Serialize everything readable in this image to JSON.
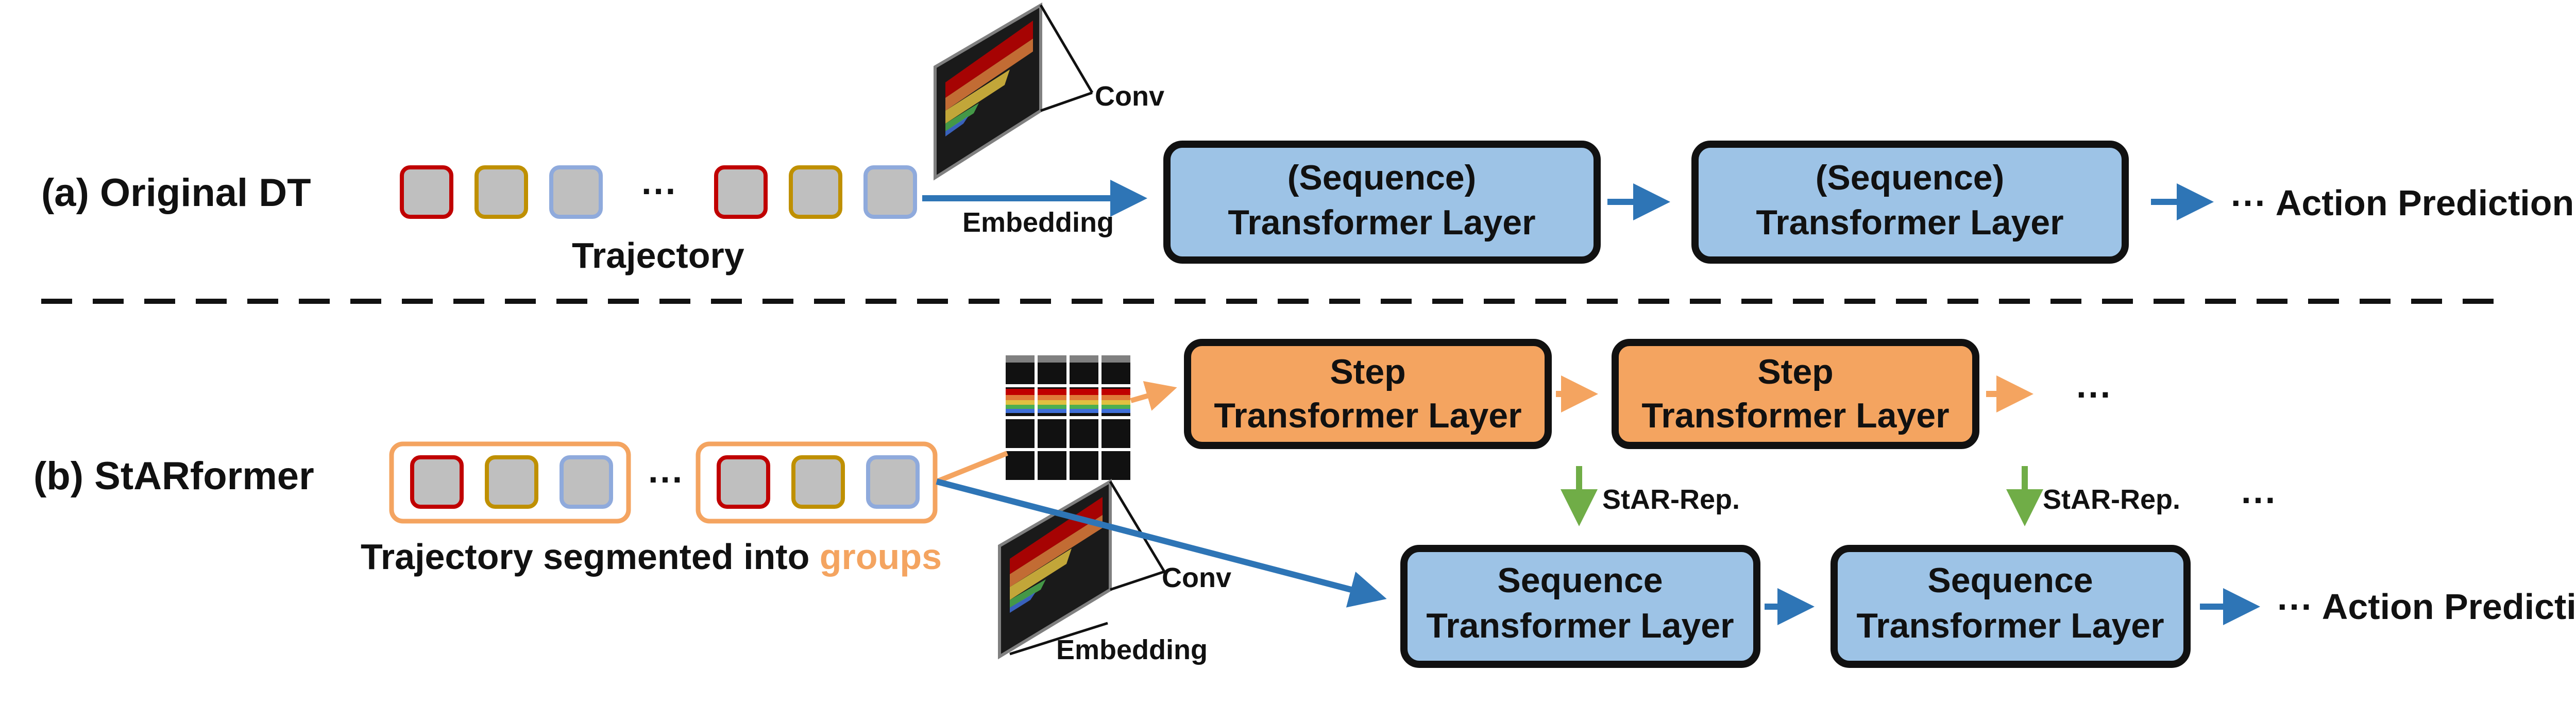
{
  "colors": {
    "blue_box": "#9DC3E6",
    "orange_box": "#F4A460",
    "blue_arrow": "#2E75B6",
    "orange_arrow": "#F4A460",
    "green_arrow": "#70AD47",
    "token_red": "#C00000",
    "token_gold": "#BF9000",
    "token_blue": "#8FAADC",
    "token_fill": "#BFBFBF"
  },
  "part_a": {
    "title": "(a) Original DT",
    "ellipsis": "···",
    "trajectory_label": "Trajectory",
    "conv_label": "Conv",
    "embedding_label": "Embedding",
    "layer1_line1": "(Sequence)",
    "layer1_line2": "Transformer Layer",
    "layer2_line1": "(Sequence)",
    "layer2_line2": "Transformer Layer",
    "output": "··· Action Prediction"
  },
  "part_b": {
    "title": "(b) StARformer",
    "ellipsis": "···",
    "caption_prefix": "Trajectory segmented into ",
    "caption_highlight": "groups",
    "step1_line1": "Step",
    "step1_line2": "Transformer Layer",
    "step2_line1": "Step",
    "step2_line2": "Transformer Layer",
    "step_more": "···",
    "star_rep1": "StAR-Rep.",
    "star_rep2": "StAR-Rep.",
    "star_more": "···",
    "seq1_line1": "Sequence",
    "seq1_line2": "Transformer Layer",
    "seq2_line1": "Sequence",
    "seq2_line2": "Transformer Layer",
    "conv_label": "Conv",
    "embedding_label": "Embedding",
    "output": "··· Action Prediction"
  }
}
